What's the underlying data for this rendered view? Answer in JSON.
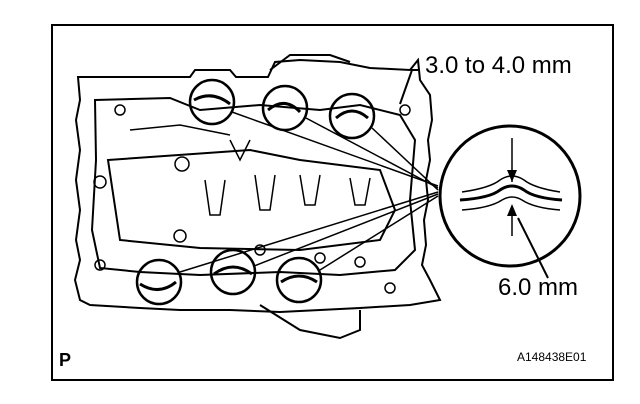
{
  "labels": {
    "bead_thickness": "3.0 to 4.0 mm",
    "bead_width": "6.0 mm",
    "view_marker": "P",
    "figure_code": "A148438E01"
  }
}
